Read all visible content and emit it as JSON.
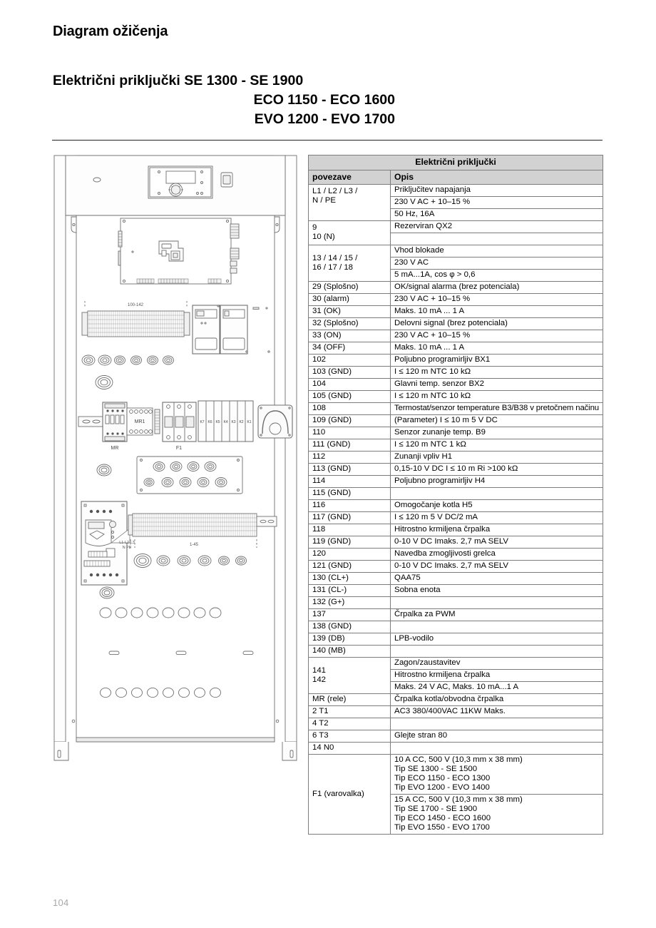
{
  "document": {
    "heading": "Diagram ožičenja",
    "subtitle_line1": "Električni priključki SE 1300 - SE 1900",
    "subtitle_line2": "ECO 1150 - ECO 1600",
    "subtitle_line3": "EVO 1200 - EVO 1700",
    "page_number": "104"
  },
  "drawing": {
    "name": "electrical-panel-layout",
    "labels": {
      "terminal_strip_top": "100-142",
      "relay_mr": "MR",
      "relay_mr1": "MR1",
      "fuse_f1": "F1",
      "breakers": [
        "K7",
        "K6",
        "K5",
        "K4",
        "K3",
        "K2",
        "K1"
      ],
      "supply_terminals": "L1-L2-L3",
      "supply_terminals_2": "N  PE",
      "terminal_strip_bottom": "1-45"
    }
  },
  "table": {
    "title": "Električni priključki",
    "columns": [
      "povezave",
      "Opis"
    ],
    "rows": [
      {
        "key": "L1 / L2 /  L3 /\nN /  PE",
        "key_rows": 3,
        "key_align": "top",
        "group": true,
        "descs": [
          "Priključitev napajanja",
          "230 V AC + 10–15 %",
          "50 Hz, 16A"
        ]
      },
      {
        "key": "9\n10 (N)",
        "key_rows": 2,
        "key_align": "top",
        "group": true,
        "descs": [
          "Rezerviran QX2",
          ""
        ]
      },
      {
        "key": "13 / 14 / 15 /\n16 / 17  / 18",
        "key_rows": 3,
        "key_align": "middle",
        "group": true,
        "descs": [
          "Vhod blokade",
          "230 V AC",
          "5 mA...1A, cos φ > 0,6"
        ]
      },
      {
        "group": true,
        "pairs": [
          {
            "key": "29  (Splošno)",
            "desc": "OK/signal alarma (brez potenciala)"
          },
          {
            "key": "30  (alarm)",
            "desc": "230 V AC + 10–15 %"
          },
          {
            "key": "31  (OK)",
            "desc": "Maks. 10 mA ... 1 A"
          }
        ]
      },
      {
        "group": true,
        "pairs": [
          {
            "key": "32  (Splošno)",
            "desc": "Delovni signal (brez potenciala)"
          },
          {
            "key": "33  (ON)",
            "desc": "230 V AC + 10–15 %"
          },
          {
            "key": "34  (OFF)",
            "desc": "Maks. 10 mA ... 1 A"
          }
        ]
      },
      {
        "group": true,
        "pairs": [
          {
            "key": "102",
            "desc": "Poljubno programirljiv BX1"
          },
          {
            "key": "103 (GND)",
            "desc": "I ≤ 120 m  NTC 10 kΩ"
          }
        ]
      },
      {
        "group": true,
        "pairs": [
          {
            "key": "104",
            "desc": "Glavni temp. senzor BX2"
          },
          {
            "key": "105 (GND)",
            "desc": "I ≤ 120 m  NTC 10 kΩ"
          }
        ]
      },
      {
        "group": true,
        "pairs": [
          {
            "key": "108",
            "desc": "Termostat/senzor temperature B3/B38 v pretočnem načinu",
            "small": true
          },
          {
            "key": "109 (GND)",
            "desc": "(Parameter) I ≤ 10 m 5 V DC"
          }
        ]
      },
      {
        "group": true,
        "pairs": [
          {
            "key": "110",
            "desc": "Senzor zunanje temp. B9"
          },
          {
            "key": "111 (GND)",
            "desc": "I ≤ 120 m  NTC 1 kΩ"
          }
        ]
      },
      {
        "group": true,
        "pairs": [
          {
            "key": "112",
            "desc": "Zunanji vpliv H1"
          },
          {
            "key": "113 (GND)",
            "desc": "0,15-10 V DC I ≤ 10 m Ri >100 kΩ"
          }
        ]
      },
      {
        "group": true,
        "pairs": [
          {
            "key": "114",
            "desc": "Poljubno programirljiv H4"
          },
          {
            "key": "115 (GND)",
            "desc": ""
          }
        ]
      },
      {
        "group": true,
        "pairs": [
          {
            "key": "116",
            "desc": "Omogočanje kotla H5"
          },
          {
            "key": "117 (GND)",
            "desc": "I ≤ 120 m 5 V DC/2 mA"
          }
        ]
      },
      {
        "group": true,
        "pairs": [
          {
            "key": "118",
            "desc": "Hitrostno krmiljena črpalka"
          },
          {
            "key": "119 (GND)",
            "desc": "0-10 V DC Imaks. 2,7 mA SELV"
          }
        ]
      },
      {
        "group": true,
        "pairs": [
          {
            "key": "120",
            "desc": "Navedba zmogljivosti grelca"
          },
          {
            "key": "121 (GND)",
            "desc": "0-10 V DC Imaks. 2,7 mA SELV"
          }
        ]
      },
      {
        "group": true,
        "pairs": [
          {
            "key": "130 (CL+)",
            "desc": "QAA75"
          },
          {
            "key": "131 (CL-)",
            "desc": "Sobna enota"
          },
          {
            "key": "132 (G+)",
            "desc": ""
          }
        ]
      },
      {
        "group": true,
        "pairs": [
          {
            "key": "137",
            "desc": "Črpalka za PWM"
          },
          {
            "key": "138 (GND)",
            "desc": ""
          }
        ]
      },
      {
        "group": true,
        "pairs": [
          {
            "key": "139 (DB)",
            "desc": "LPB-vodilo"
          },
          {
            "key": "140 (MB)",
            "desc": ""
          }
        ]
      },
      {
        "key": "141\n142",
        "key_rows": 3,
        "key_align": "middle",
        "group": true,
        "descs": [
          "Zagon/zaustavitev",
          "Hitrostno krmiljena črpalka",
          "Maks. 24 V AC, Maks. 10 mA...1 A"
        ]
      },
      {
        "group": true,
        "pairs": [
          {
            "key": "MR (rele)",
            "desc": "Črpalka kotla/obvodna črpalka"
          }
        ]
      },
      {
        "group": true,
        "pairs": [
          {
            "key": "2 T1",
            "desc": "AC3 380/400VAC 11KW Maks."
          },
          {
            "key": "4 T2",
            "desc": ""
          },
          {
            "key": "6 T3",
            "desc": "Glejte stran 80"
          },
          {
            "key": "14 N0",
            "desc": ""
          }
        ]
      },
      {
        "key": "F1 (varovalka)",
        "key_rows": 2,
        "key_align": "middle",
        "group": true,
        "multi": true,
        "descs": [
          "10 A CC, 500 V (10,3 mm x 38 mm)\nTip SE 1300 - SE 1500\nTip ECO 1150 - ECO 1300\nTip EVO 1200 - EVO 1400",
          "15 A CC, 500 V (10,3 mm x 38 mm)\nTip SE 1700 - SE 1900\nTip ECO 1450 - ECO 1600\nTip EVO 1550 - EVO 1700"
        ]
      }
    ]
  }
}
